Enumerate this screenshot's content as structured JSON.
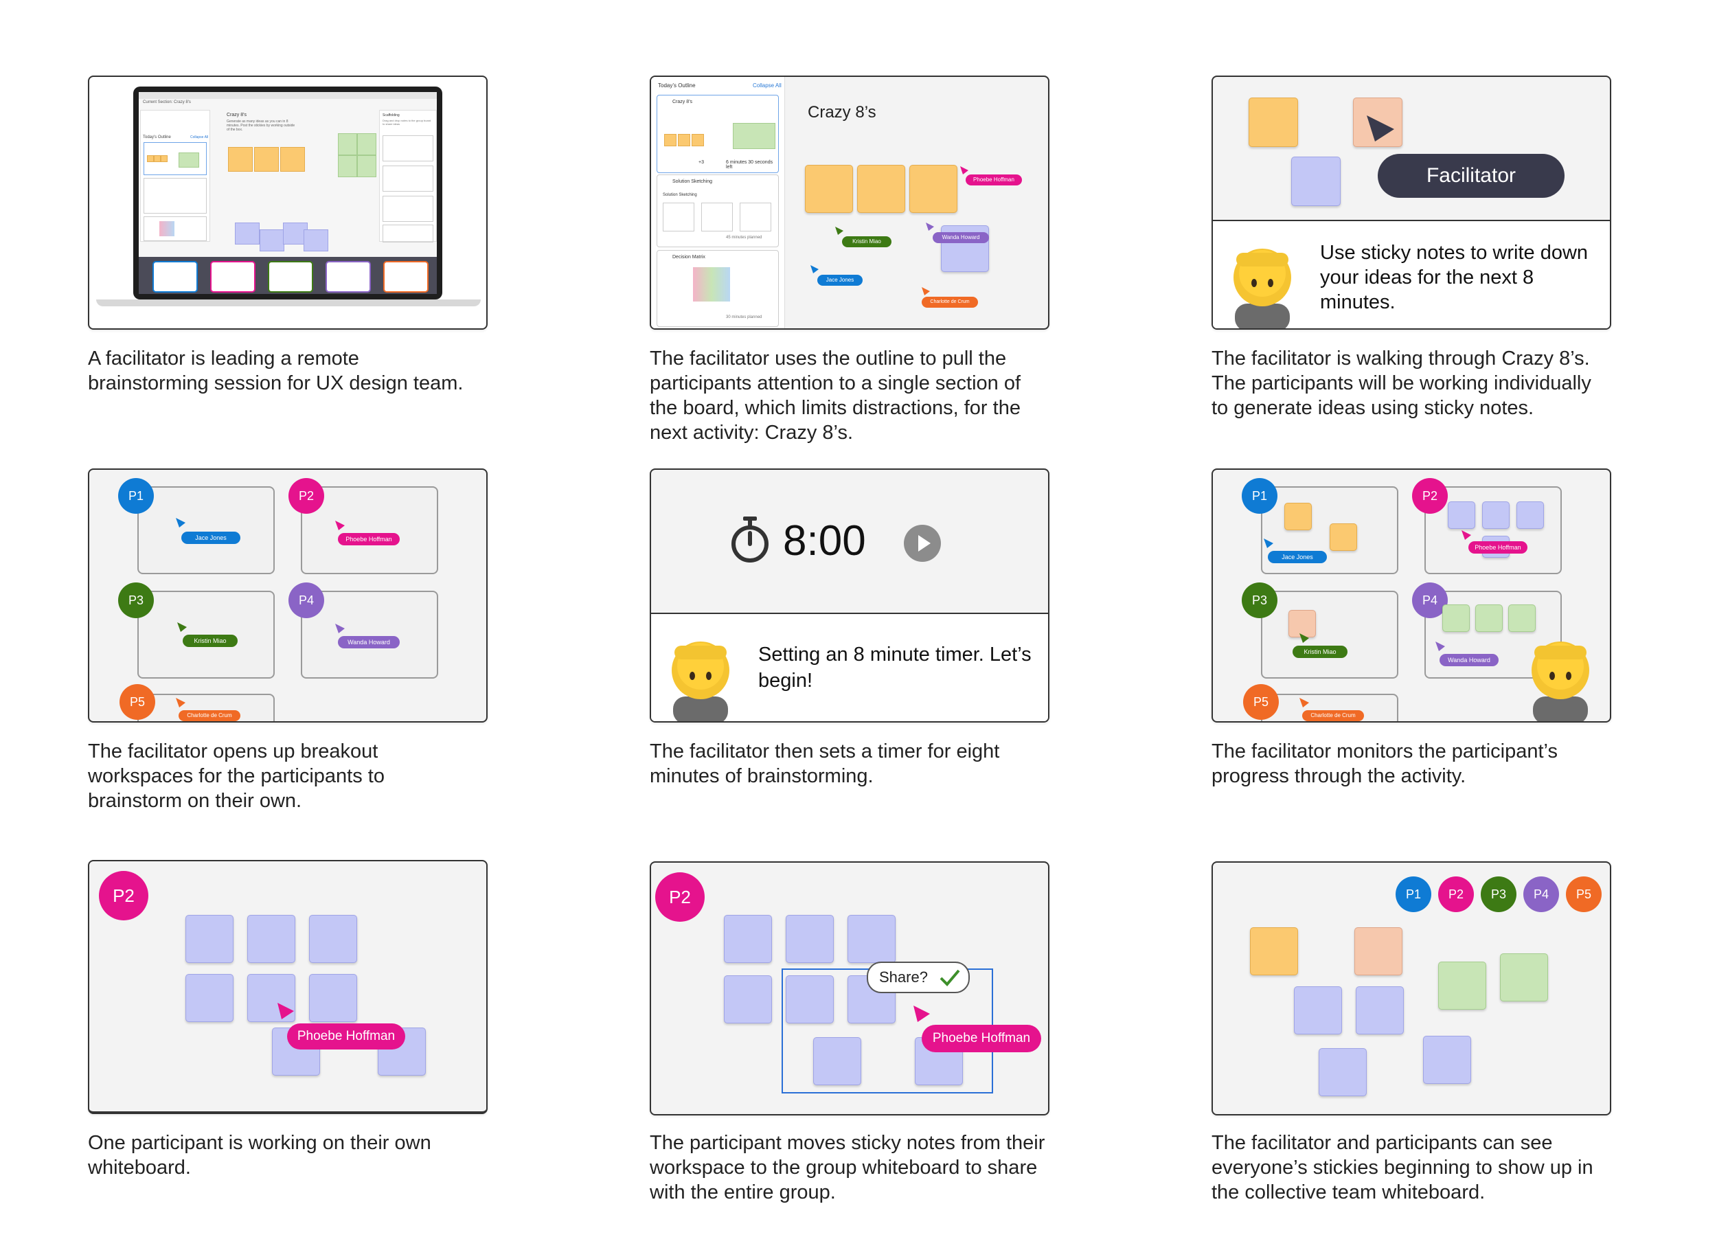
{
  "colors": {
    "p1": "#0f7bd4",
    "p2": "#e5138d",
    "p3": "#3d7a14",
    "p4": "#8a64c6",
    "p5": "#f06a25",
    "facilitator": "#393a4c",
    "share_border": "#2a6fd6"
  },
  "captions": [
    "A facilitator is leading a remote brainstorming session for UX design team.",
    "The facilitator uses the outline to pull the participants attention to a single section of the board, which limits distractions, for the next activity: Crazy 8’s.",
    "The facilitator is walking through Crazy 8’s. The participants will be working individually to generate ideas using sticky notes.",
    "The facilitator opens up breakout workspaces for the participants to brainstorm on their own.",
    "The facilitator then sets a timer for eight minutes of brainstorming.",
    "The facilitator monitors the participant’s progress through the activity.",
    "One participant is working on their own whiteboard.",
    "The participant moves sticky notes from their workspace to the group whiteboard to share with the entire group.",
    "The facilitator and participants can see everyone’s stickies beginning to show up in the collective team whiteboard."
  ],
  "laptop": {
    "header": "Current Section: Crazy 8's",
    "outline": "Today's Outline",
    "collapse": "Collapse All",
    "section_title": "Crazy 8's",
    "section_text": "Generate as many ideas as you can in 8 minutes. Post the stickies by working outside of the box.",
    "side_title": "Scaffolding",
    "side_text": "Drag and drop notes to the group board to share ideas"
  },
  "outline_panel": {
    "title": "Today’s Outline",
    "collapse": "Collapse All",
    "item1": "Crazy 8’s",
    "timer_text": "6 minutes 30 seconds left",
    "avatars_more": "+3",
    "item2": "Solution Sketching",
    "item2_title": "Solution Sketching",
    "item2_planned": "45 minutes planned",
    "item3": "Decision Matrix",
    "item3_planned": "30 minutes planned",
    "heading": "Crazy 8’s"
  },
  "names": {
    "p1": "Jace Jones",
    "p2": "Phoebe Hoffman",
    "p3": "Kristin Miao",
    "p4": "Wanda Howard",
    "p5": "Charlotte de Crum"
  },
  "participants": [
    "P1",
    "P2",
    "P3",
    "P4",
    "P5"
  ],
  "facilitator_label": "Facilitator",
  "speech1": "Use sticky notes to write down your ideas for the next 8 minutes.",
  "speech2": "Setting an 8 minute timer. Let’s begin!",
  "timer": "8:00",
  "share": "Share?"
}
